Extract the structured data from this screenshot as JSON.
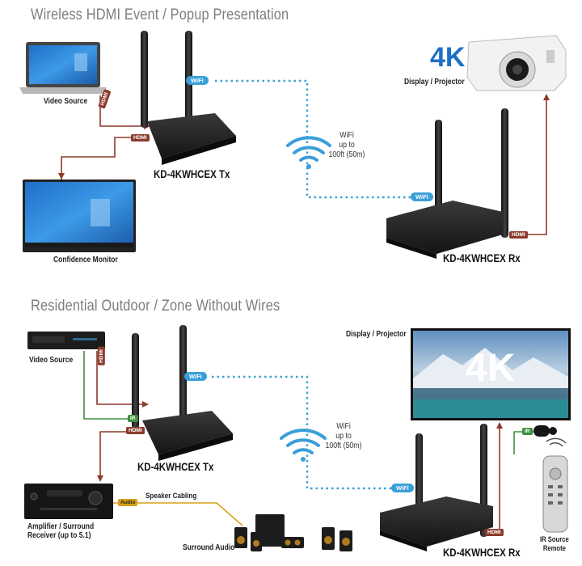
{
  "sections": {
    "top_title": "Wireless HDMI Event / Popup Presentation",
    "bottom_title": "Residential Outdoor / Zone Without Wires"
  },
  "top": {
    "video_source": "Video Source",
    "confidence_monitor": "Confidence Monitor",
    "tx_model": "KD-4KWHCEX Tx",
    "rx_model": "KD-4KWHCEX Rx",
    "display": "Display / Projector",
    "badge_4k": "4K",
    "wifi_line1": "WiFi",
    "wifi_line2": "up to",
    "wifi_line3": "100ft (50m)",
    "tag_wifi_tx": "WiFi",
    "tag_wifi_rx": "WiFi",
    "tag_hdmi_src": "HDMI",
    "tag_hdmi_tx": "HDMI",
    "tag_hdmi_rx": "HDMI"
  },
  "bottom": {
    "video_source": "Video Source",
    "tx_model": "KD-4KWHCEX Tx",
    "rx_model": "KD-4KWHCEX Rx",
    "display": "Display / Projector",
    "badge_4k": "4K",
    "wifi_line1": "WiFi",
    "wifi_line2": "up to",
    "wifi_line3": "100ft (50m)",
    "amplifier_line1": "Amplifier / Surround",
    "amplifier_line2": "Receiver (up to 5.1)",
    "speaker_cabling": "Speaker Cabling",
    "surround_audio": "Surround Audio",
    "ir_line1": "IR Source",
    "ir_line2": "Remote",
    "tag_wifi_tx": "WiFi",
    "tag_wifi_rx": "WiFi",
    "tag_hdmi_src": "HDMI",
    "tag_hdmi_tx": "HDMI",
    "tag_hdmi_rx": "HDMI",
    "tag_ir_tx": "IR",
    "tag_ir_rx": "IR",
    "tag_audio": "Audio"
  },
  "colors": {
    "wifi": "#3a9fd8",
    "hdmi": "#8c3a2c",
    "ir": "#3f8f3f",
    "audio": "#d8a018",
    "title": "#7d7d7d"
  }
}
